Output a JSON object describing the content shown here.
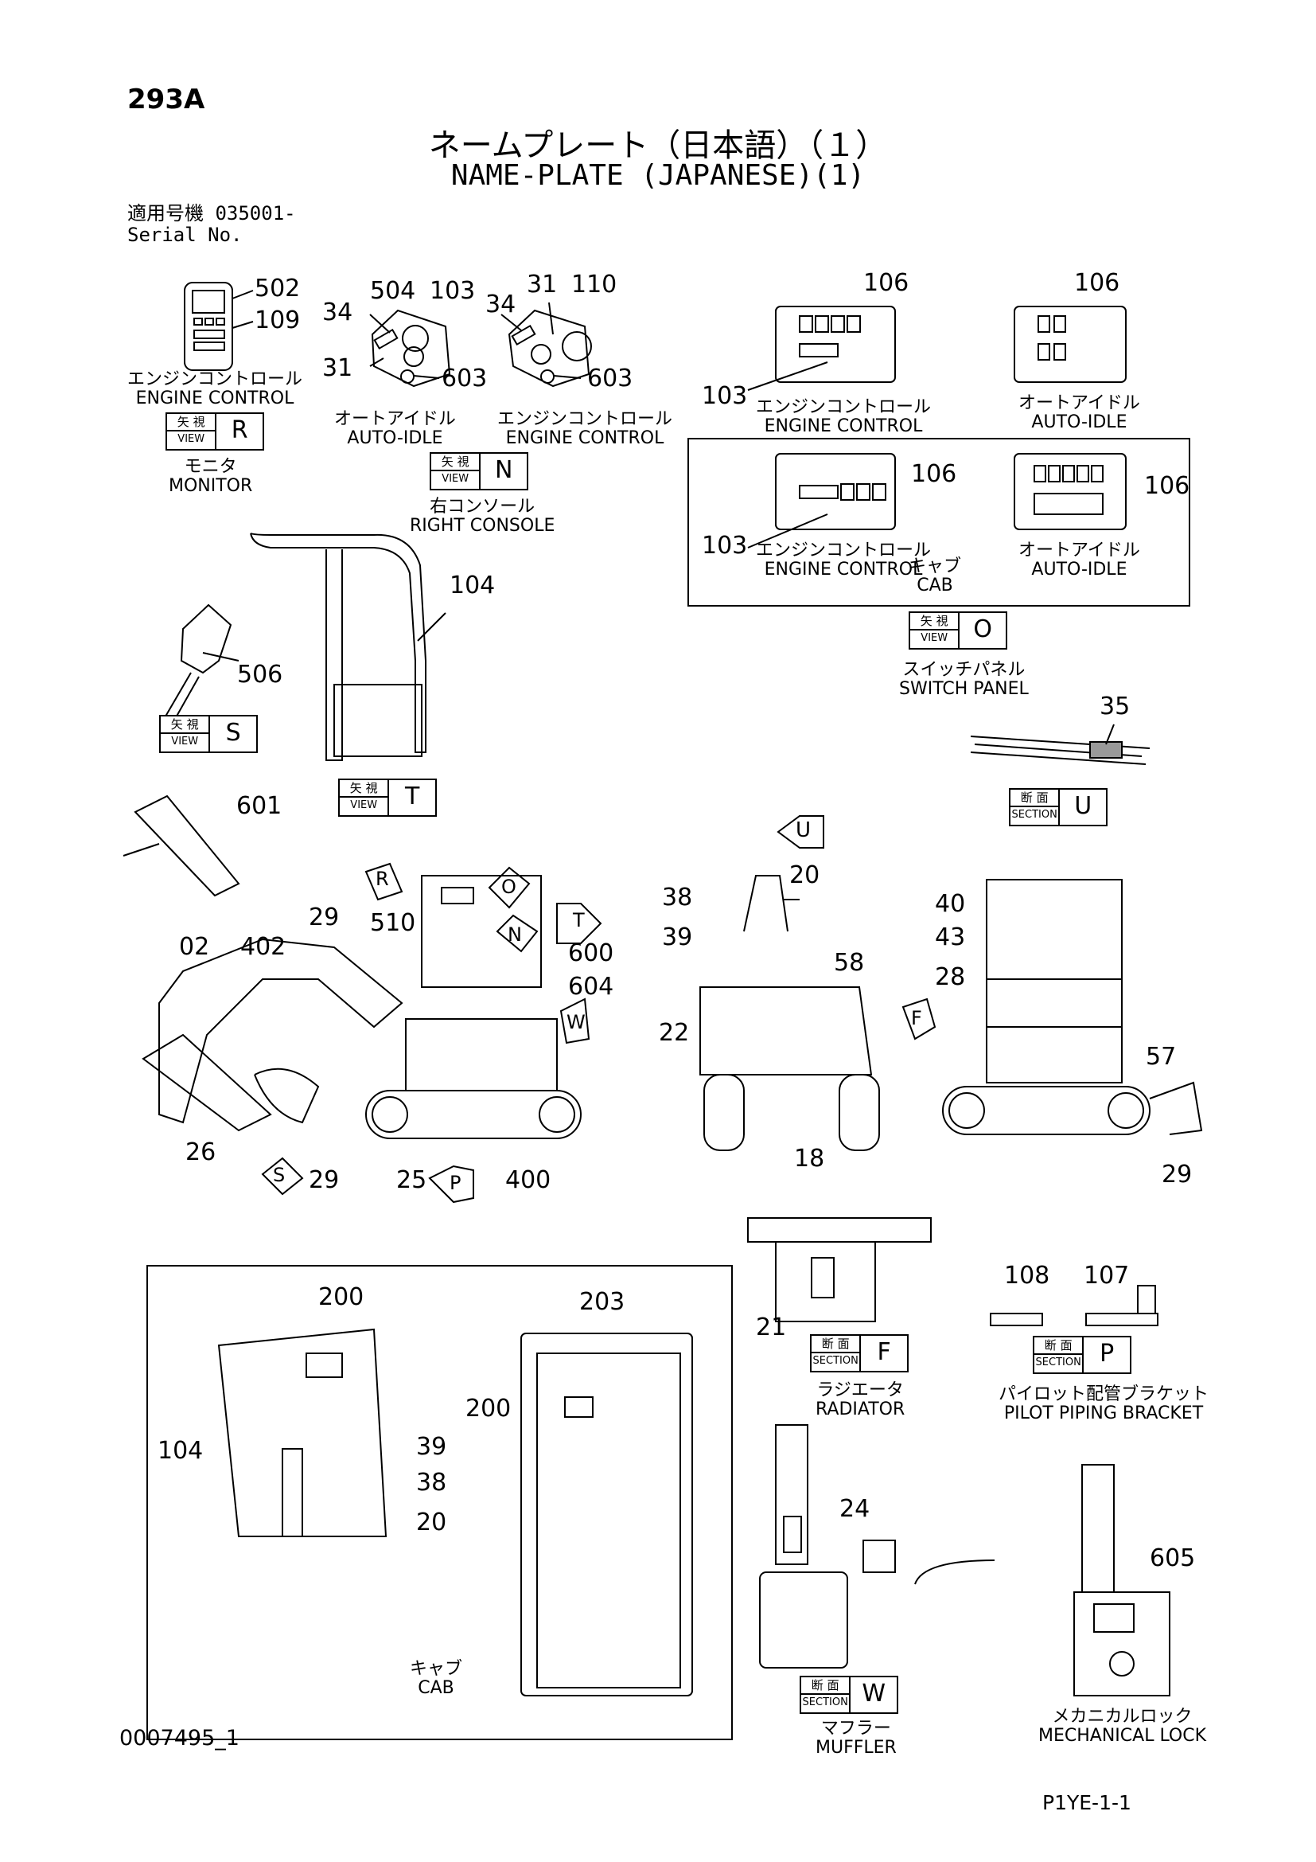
{
  "header": {
    "page_id": "293A",
    "title_jp": "ネームプレート（日本語）（１）",
    "title_en": "NAME-PLATE (JAPANESE)(1)",
    "serial_label_jp": "適用号機 035001-",
    "serial_label_en": "Serial No."
  },
  "footer": {
    "drawing_code": "0007495_1",
    "sheet_ref": "P1YE-1-1"
  },
  "captions": {
    "engine_control_jp": "エンジンコントロール",
    "engine_control_en": "ENGINE CONTROL",
    "auto_idle_jp": "オートアイドル",
    "auto_idle_en": "AUTO-IDLE",
    "monitor_jp": "モニタ",
    "monitor_en": "MONITOR",
    "right_console_jp": "右コンソール",
    "right_console_en": "RIGHT CONSOLE",
    "cab_jp": "キャブ",
    "cab_en": "CAB",
    "switch_panel_jp": "スイッチパネル",
    "switch_panel_en": "SWITCH PANEL",
    "radiator_jp": "ラジエータ",
    "radiator_en": "RADIATOR",
    "pilot_bracket_jp": "パイロット配管ブラケット",
    "pilot_bracket_en": "PILOT PIPING BRACKET",
    "muffler_jp": "マフラー",
    "muffler_en": "MUFFLER",
    "mech_lock_jp": "メカニカルロック",
    "mech_lock_en": "MECHANICAL LOCK"
  },
  "view_boxes": {
    "view_kanji": "矢 視",
    "view_word": "VIEW",
    "section_kanji": "断 面",
    "section_word": "SECTION",
    "R": "R",
    "N": "N",
    "O": "O",
    "S": "S",
    "T": "T",
    "U": "U",
    "F": "F",
    "P": "P",
    "W": "W"
  },
  "callouts": {
    "n502": "502",
    "n109": "109",
    "n504": "504",
    "n103": "103",
    "n34": "34",
    "n31": "31",
    "n110": "110",
    "n603": "603",
    "n106": "106",
    "n104": "104",
    "n506": "506",
    "n35": "35",
    "n601": "601",
    "n29": "29",
    "n510": "510",
    "n02": "02",
    "n402": "402",
    "n600": "600",
    "n604": "604",
    "n26": "26",
    "n25": "25",
    "n400": "400",
    "n38": "38",
    "n39": "39",
    "n20": "20",
    "n58": "58",
    "n22": "22",
    "n18": "18",
    "n40": "40",
    "n43": "43",
    "n28": "28",
    "n57": "57",
    "n200": "200",
    "n203": "203",
    "n21": "21",
    "n108": "108",
    "n107": "107",
    "n24": "24",
    "n605": "605"
  },
  "arrow_tags": {
    "U": "U",
    "R": "R",
    "O": "O",
    "T": "T",
    "N": "N",
    "W": "W",
    "F": "F",
    "S": "S",
    "P": "P"
  }
}
